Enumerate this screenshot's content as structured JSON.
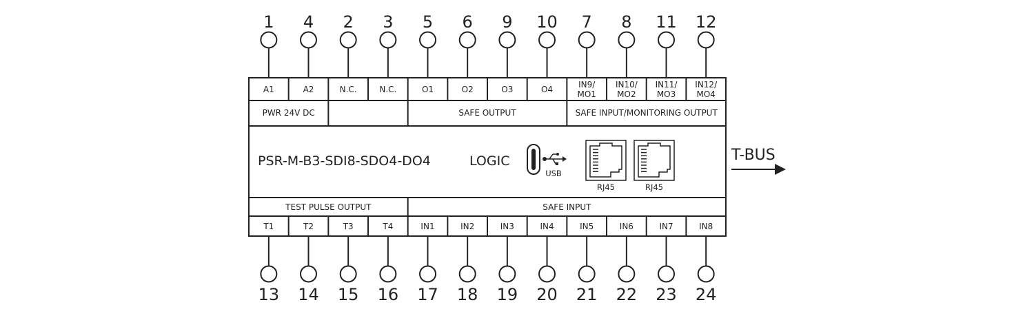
{
  "device": {
    "model": "PSR-M-B3-SDI8-SDO4-DO4",
    "logic_label": "LOGIC",
    "usb_label": "USB",
    "rj45_labels": [
      "RJ45",
      "RJ45"
    ],
    "bus_label": "T-BUS"
  },
  "top_terminals": [
    {
      "number": "1",
      "label": "A1"
    },
    {
      "number": "4",
      "label": "A2"
    },
    {
      "number": "2",
      "label": "N.C."
    },
    {
      "number": "3",
      "label": "N.C."
    },
    {
      "number": "5",
      "label": "O1"
    },
    {
      "number": "6",
      "label": "O2"
    },
    {
      "number": "9",
      "label": "O3"
    },
    {
      "number": "10",
      "label": "O4"
    },
    {
      "number": "7",
      "label": "IN9/\nMO1"
    },
    {
      "number": "8",
      "label": "IN10/\nMO2"
    },
    {
      "number": "11",
      "label": "IN11/\nMO3"
    },
    {
      "number": "12",
      "label": "IN12/\nMO4"
    }
  ],
  "top_groups": [
    {
      "label": "PWR 24V DC",
      "from": 0,
      "to": 1
    },
    {
      "label": "",
      "from": 2,
      "to": 3
    },
    {
      "label": "SAFE OUTPUT",
      "from": 4,
      "to": 7
    },
    {
      "label": "SAFE INPUT/MONITORING OUTPUT",
      "from": 8,
      "to": 11
    }
  ],
  "bottom_terminals": [
    {
      "number": "13",
      "label": "T1"
    },
    {
      "number": "14",
      "label": "T2"
    },
    {
      "number": "15",
      "label": "T3"
    },
    {
      "number": "16",
      "label": "T4"
    },
    {
      "number": "17",
      "label": "IN1"
    },
    {
      "number": "18",
      "label": "IN2"
    },
    {
      "number": "19",
      "label": "IN3"
    },
    {
      "number": "20",
      "label": "IN4"
    },
    {
      "number": "21",
      "label": "IN5"
    },
    {
      "number": "22",
      "label": "IN6"
    },
    {
      "number": "23",
      "label": "IN7"
    },
    {
      "number": "24",
      "label": "IN8"
    }
  ],
  "bottom_groups": [
    {
      "label": "TEST PULSE OUTPUT",
      "from": 0,
      "to": 3
    },
    {
      "label": "SAFE INPUT",
      "from": 4,
      "to": 11
    }
  ],
  "colors": {
    "ink": "#222222",
    "background": "#ffffff"
  }
}
